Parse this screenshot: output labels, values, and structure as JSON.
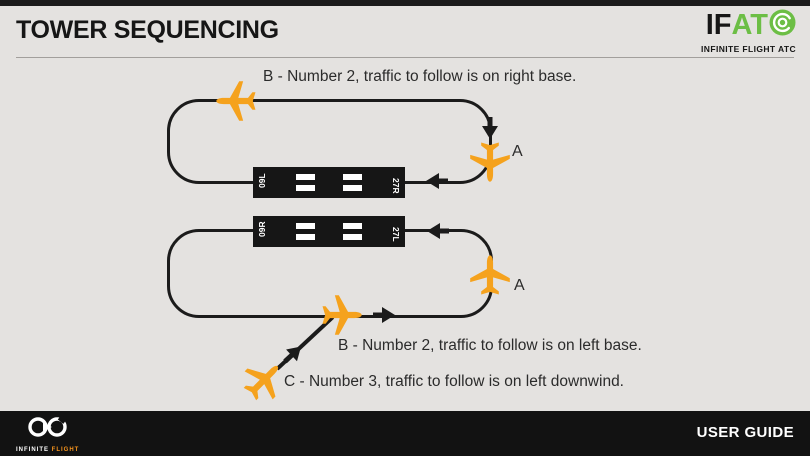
{
  "header": {
    "title": "TOWER SEQUENCING",
    "ifatc": {
      "if": "IF",
      "at": "AT",
      "subtitle": "INFINITE FLIGHT ATC"
    }
  },
  "diagram": {
    "top_pattern": {
      "annotation_b": "B - Number 2, traffic to follow is on right base.",
      "aircraft_a_label": "A",
      "runway": {
        "left": "09L",
        "right": "27R"
      }
    },
    "bottom_pattern": {
      "aircraft_a_label": "A",
      "annotation_b": "B - Number 2, traffic to follow is on left base.",
      "annotation_c": "C - Number 3, traffic to follow is on left downwind.",
      "runway": {
        "left": "09R",
        "right": "27L"
      }
    }
  },
  "footer": {
    "brand_white": "INFINITE",
    "brand_orange": "FLIGHT",
    "right_text": "USER GUIDE"
  },
  "colors": {
    "background": "#e4e2e0",
    "ink": "#1b1b1b",
    "plane_orange": "#f5a21d",
    "brand_green": "#6cbe45",
    "footer_bg": "#121212",
    "flight_orange": "#f7941d"
  }
}
